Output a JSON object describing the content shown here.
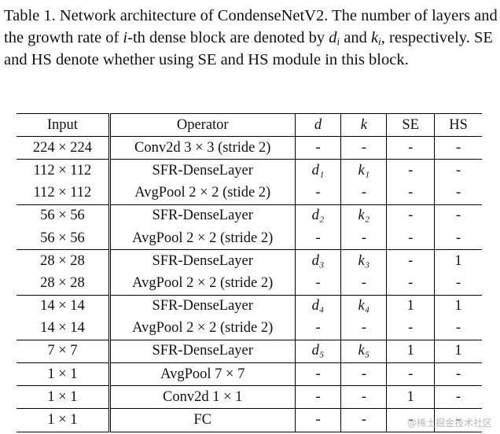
{
  "caption": {
    "label": "Table 1.",
    "text_1": " Network architecture of CondenseNetV2. The number of layers and the growth rate of ",
    "var_i": "i",
    "text_2": "-th dense block are denoted by ",
    "var_d": "d",
    "sub_d": "i",
    "text_3": " and ",
    "var_k": "k",
    "sub_k": "i",
    "text_4": ", respectively. SE and HS denote whether using SE and HS module in this block."
  },
  "table": {
    "headers": [
      "Input",
      "Operator",
      "d",
      "k",
      "SE",
      "HS"
    ],
    "rows": [
      {
        "input": "224 × 224",
        "operator": "Conv2d 3 × 3 (stride 2)",
        "d": "-",
        "k": "-",
        "se": "-",
        "hs": "-",
        "group_end": true
      },
      {
        "input": "112 × 112",
        "operator": "SFR-DenseLayer",
        "d": "d₁",
        "k": "k₁",
        "se": "-",
        "hs": "-",
        "group_end": false
      },
      {
        "input": "112 × 112",
        "operator": "AvgPool 2 × 2 (stide 2)",
        "d": "-",
        "k": "-",
        "se": "-",
        "hs": "-",
        "group_end": true
      },
      {
        "input": "56 × 56",
        "operator": "SFR-DenseLayer",
        "d": "d₂",
        "k": "k₂",
        "se": "-",
        "hs": "-",
        "group_end": false
      },
      {
        "input": "56 × 56",
        "operator": "AvgPool 2 × 2 (stride 2)",
        "d": "-",
        "k": "-",
        "se": "-",
        "hs": "-",
        "group_end": true
      },
      {
        "input": "28 × 28",
        "operator": "SFR-DenseLayer",
        "d": "d₃",
        "k": "k₃",
        "se": "-",
        "hs": "1",
        "group_end": false
      },
      {
        "input": "28 × 28",
        "operator": "AvgPool 2 × 2 (stride 2)",
        "d": "-",
        "k": "-",
        "se": "-",
        "hs": "-",
        "group_end": true
      },
      {
        "input": "14 × 14",
        "operator": "SFR-DenseLayer",
        "d": "d₄",
        "k": "k₄",
        "se": "1",
        "hs": "1",
        "group_end": false
      },
      {
        "input": "14 × 14",
        "operator": "AvgPool 2 × 2 (stride 2)",
        "d": "-",
        "k": "-",
        "se": "-",
        "hs": "-",
        "group_end": true
      },
      {
        "input": "7 × 7",
        "operator": "SFR-DenseLayer",
        "d": "d₅",
        "k": "k₅",
        "se": "1",
        "hs": "1",
        "group_end": true
      },
      {
        "input": "1 × 1",
        "operator": "AvgPool 7 × 7",
        "d": "-",
        "k": "-",
        "se": "-",
        "hs": "-",
        "group_end": true
      },
      {
        "input": "1 × 1",
        "operator": "Conv2d 1 × 1",
        "d": "-",
        "k": "-",
        "se": "1",
        "hs": "-",
        "group_end": true
      },
      {
        "input": "1 × 1",
        "operator": "FC",
        "d": "-",
        "k": "-",
        "se": "-",
        "hs": "-",
        "group_end": true
      }
    ]
  },
  "watermark": "@稀土掘金技术社区"
}
